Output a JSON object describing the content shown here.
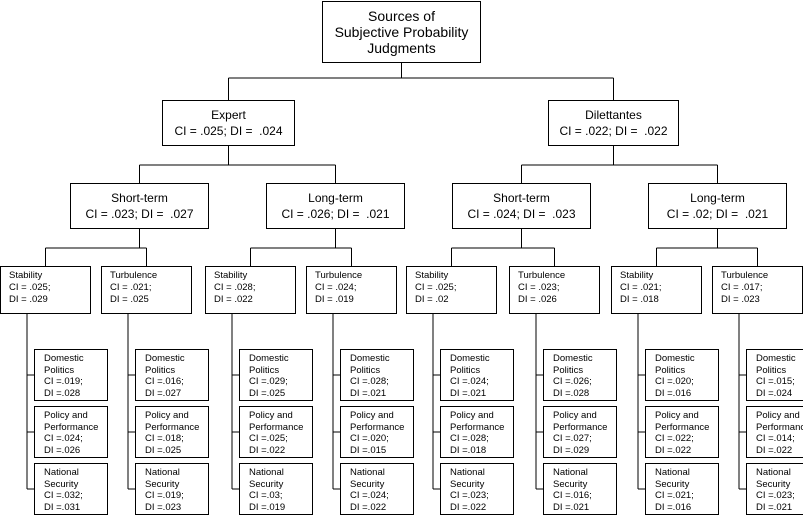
{
  "root": {
    "lines": [
      "Sources of",
      "Subjective Probability",
      "Judgments"
    ]
  },
  "groups": [
    {
      "name": "Expert",
      "stats": "CI = .025; DI =  .024",
      "terms": [
        {
          "name": "Short-term",
          "stats": "CI = .023; DI =  .027",
          "regimes": [
            {
              "name": "Stability",
              "ci": "CI = .025;",
              "di": "DI = .029",
              "domains": [
                {
                  "lines": [
                    "Domestic",
                    "Politics"
                  ],
                  "ci": "CI =.019;",
                  "di": "DI =.028"
                },
                {
                  "lines": [
                    "Policy and",
                    "Performance"
                  ],
                  "ci": "CI =.024;",
                  "di": "DI =.026"
                },
                {
                  "lines": [
                    "National",
                    "Security"
                  ],
                  "ci": "CI =.032;",
                  "di": "DI =.031"
                }
              ]
            },
            {
              "name": "Turbulence",
              "ci": "CI = .021;",
              "di": "DI = .025",
              "domains": [
                {
                  "lines": [
                    "Domestic",
                    "Politics"
                  ],
                  "ci": "CI =.016;",
                  "di": "DI =.027"
                },
                {
                  "lines": [
                    "Policy and",
                    "Performance"
                  ],
                  "ci": "CI =.018;",
                  "di": "DI =.025"
                },
                {
                  "lines": [
                    "National",
                    "Security"
                  ],
                  "ci": "CI =.019;",
                  "di": "DI =.023"
                }
              ]
            }
          ]
        },
        {
          "name": "Long-term",
          "stats": "CI = .026; DI =  .021",
          "regimes": [
            {
              "name": "Stability",
              "ci": "CI = .028;",
              "di": "DI = .022",
              "domains": [
                {
                  "lines": [
                    "Domestic",
                    "Politics"
                  ],
                  "ci": "CI =.029;",
                  "di": "DI =.025"
                },
                {
                  "lines": [
                    "Policy and",
                    "Performance"
                  ],
                  "ci": "CI =.025;",
                  "di": "DI =.022"
                },
                {
                  "lines": [
                    "National",
                    "Security"
                  ],
                  "ci": "CI =.03;",
                  "di": "DI =.019"
                }
              ]
            },
            {
              "name": "Turbulence",
              "ci": "CI = .024;",
              "di": "DI = .019",
              "domains": [
                {
                  "lines": [
                    "Domestic",
                    "Politics"
                  ],
                  "ci": "CI =.028;",
                  "di": "DI =.021"
                },
                {
                  "lines": [
                    "Policy and",
                    "Performance"
                  ],
                  "ci": "CI =.020;",
                  "di": "DI =.015"
                },
                {
                  "lines": [
                    "National",
                    "Security"
                  ],
                  "ci": "CI =.024;",
                  "di": "DI =.022"
                }
              ]
            }
          ]
        }
      ]
    },
    {
      "name": "Dilettantes",
      "stats": "CI = .022; DI =  .022",
      "terms": [
        {
          "name": "Short-term",
          "stats": "CI = .024; DI =  .023",
          "regimes": [
            {
              "name": "Stability",
              "ci": "CI = .025;",
              "di": "DI = .02",
              "domains": [
                {
                  "lines": [
                    "Domestic",
                    "Politics"
                  ],
                  "ci": "CI =.024;",
                  "di": "DI =.021"
                },
                {
                  "lines": [
                    "Policy and",
                    "Performance"
                  ],
                  "ci": "CI =.028;",
                  "di": "DI =.018"
                },
                {
                  "lines": [
                    "National",
                    "Security"
                  ],
                  "ci": "CI =.023;",
                  "di": "DI =.022"
                }
              ]
            },
            {
              "name": "Turbulence",
              "ci": "CI = .023;",
              "di": "DI = .026",
              "domains": [
                {
                  "lines": [
                    "Domestic",
                    "Politics"
                  ],
                  "ci": "CI =.026;",
                  "di": "DI =.028"
                },
                {
                  "lines": [
                    "Policy and",
                    "Performance"
                  ],
                  "ci": "CI =.027;",
                  "di": "DI =.029"
                },
                {
                  "lines": [
                    "National",
                    "Security"
                  ],
                  "ci": "CI =.016;",
                  "di": "DI =.021"
                }
              ]
            }
          ]
        },
        {
          "name": "Long-term",
          "stats": "CI = .02; DI =  .021",
          "regimes": [
            {
              "name": "Stability",
              "ci": "CI = .021;",
              "di": "DI = .018",
              "domains": [
                {
                  "lines": [
                    "Domestic",
                    "Politics"
                  ],
                  "ci": "CI =.020;",
                  "di": "DI =.016"
                },
                {
                  "lines": [
                    "Policy and",
                    "Performance"
                  ],
                  "ci": "CI =.022;",
                  "di": "DI =.022"
                },
                {
                  "lines": [
                    "National",
                    "Security"
                  ],
                  "ci": "CI =.021;",
                  "di": "DI =.016"
                }
              ]
            },
            {
              "name": "Turbulence",
              "ci": "CI = .017;",
              "di": "DI = .023",
              "domains": [
                {
                  "lines": [
                    "Domestic",
                    "Politics"
                  ],
                  "ci": "CI =.015;",
                  "di": "DI =.024"
                },
                {
                  "lines": [
                    "Policy and",
                    "Performance"
                  ],
                  "ci": "CI =.014;",
                  "di": "DI =.022"
                },
                {
                  "lines": [
                    "National",
                    "Security"
                  ],
                  "ci": "CI =.023;",
                  "di": "DI =.021"
                }
              ]
            }
          ]
        }
      ]
    }
  ]
}
